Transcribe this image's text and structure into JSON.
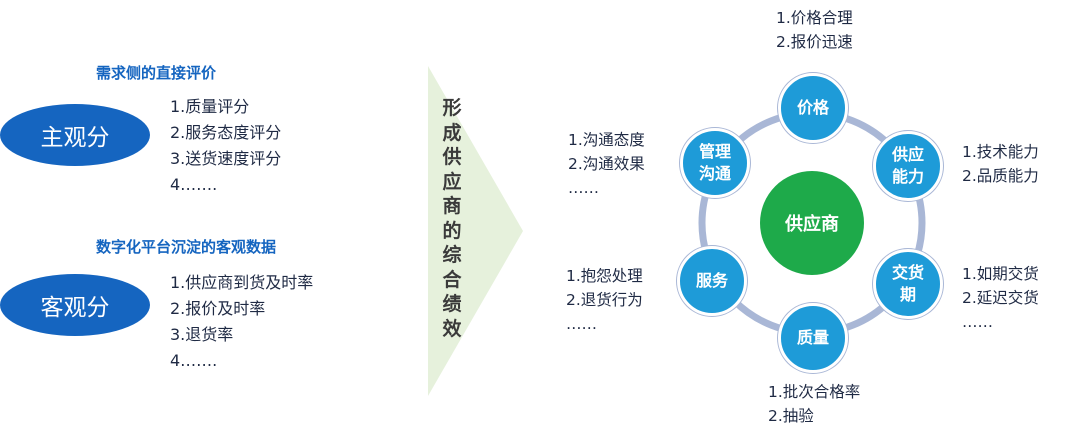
{
  "left": {
    "subjective": {
      "heading": "需求侧的直接评价",
      "label": "主观分",
      "items": [
        "1.质量评分",
        "2.服务态度评分",
        "3.送货速度评分",
        "4……."
      ]
    },
    "objective": {
      "heading": "数字化平台沉淀的客观数据",
      "label": "客观分",
      "items": [
        "1.供应商到货及时率",
        "2.报价及时率",
        "3.退货率",
        "4……."
      ]
    }
  },
  "arrow": {
    "text": "形成供应商的综合绩效"
  },
  "wheel": {
    "center": "供应商",
    "nodes": {
      "price": "价格",
      "capability": "供应能力",
      "delivery": "交货期",
      "quality": "质量",
      "service": "服务",
      "communication": "管理沟通"
    },
    "notes": {
      "price": [
        "1.价格合理",
        "2.报价迅速"
      ],
      "capability": [
        "1.技术能力",
        "2.品质能力"
      ],
      "delivery": [
        "1.如期交货",
        "2.延迟交货",
        "……"
      ],
      "quality": [
        "1.批次合格率",
        "2.抽验"
      ],
      "service": [
        "1.抱怨处理",
        "2.退货行为",
        "……"
      ],
      "communication": [
        "1.沟通态度",
        "2.沟通效果",
        "……"
      ]
    }
  },
  "colors": {
    "primary_blue": "#1565c0",
    "node_blue": "#1e9bd8",
    "center_green": "#1eaa4a",
    "arrow_fill": "#e6f1dc",
    "ring": "#a9b7d6"
  }
}
